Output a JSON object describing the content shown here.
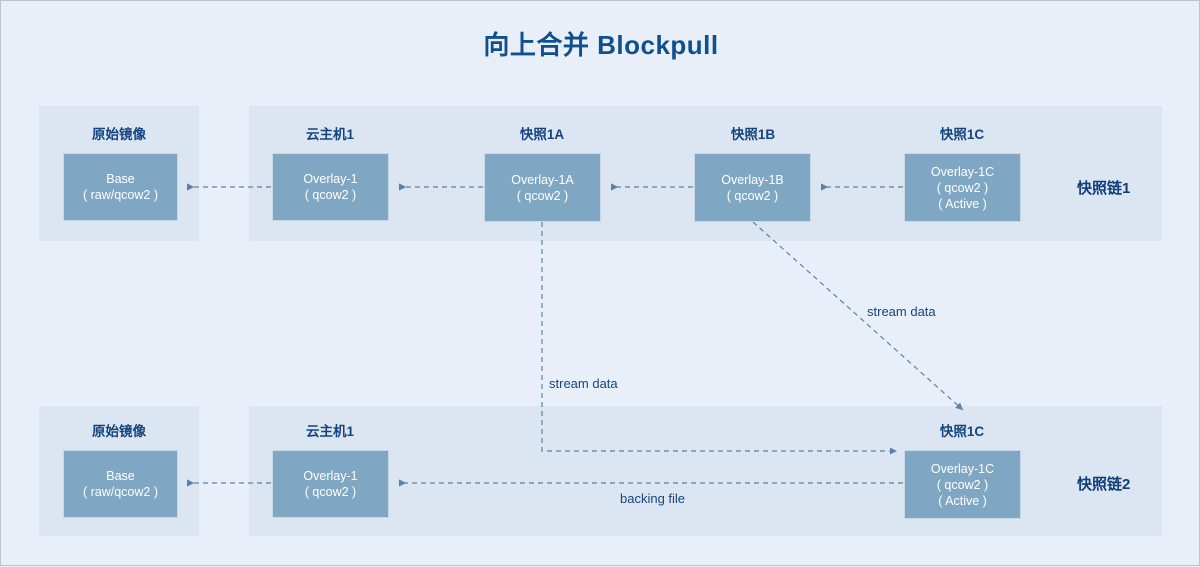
{
  "page": {
    "title": "向上合并 Blockpull",
    "background": "#e9eff8",
    "panel_color": "#dce5f2",
    "node_color": "#7fa7c4",
    "accent_color": "#10508f",
    "connector_color": "#5b82a6"
  },
  "chain1": {
    "label": "快照链1",
    "groups": [
      {
        "caption": "原始镜像"
      },
      {
        "caption": "云主机1"
      },
      {
        "caption": "快照1A"
      },
      {
        "caption": "快照1B"
      },
      {
        "caption": "快照1C"
      }
    ],
    "nodes": [
      {
        "line1": "Base",
        "line2": "( raw/qcow2 )",
        "line3": ""
      },
      {
        "line1": "Overlay-1",
        "line2": "( qcow2 )",
        "line3": ""
      },
      {
        "line1": "Overlay-1A",
        "line2": "( qcow2 )",
        "line3": ""
      },
      {
        "line1": "Overlay-1B",
        "line2": "( qcow2 )",
        "line3": ""
      },
      {
        "line1": "Overlay-1C",
        "line2": "( qcow2 )",
        "line3": "( Active )"
      }
    ]
  },
  "chain2": {
    "label": "快照链2",
    "groups": [
      {
        "caption": "原始镜像"
      },
      {
        "caption": "云主机1"
      },
      {
        "caption": "快照1C"
      }
    ],
    "nodes": [
      {
        "line1": "Base",
        "line2": "( raw/qcow2 )",
        "line3": ""
      },
      {
        "line1": "Overlay-1",
        "line2": "( qcow2 )",
        "line3": ""
      },
      {
        "line1": "Overlay-1C",
        "line2": "( qcow2 )",
        "line3": "( Active )"
      }
    ]
  },
  "edges": {
    "stream_data_vertical": "stream data",
    "stream_data_diagonal": "stream data",
    "backing_file": "backing file"
  }
}
